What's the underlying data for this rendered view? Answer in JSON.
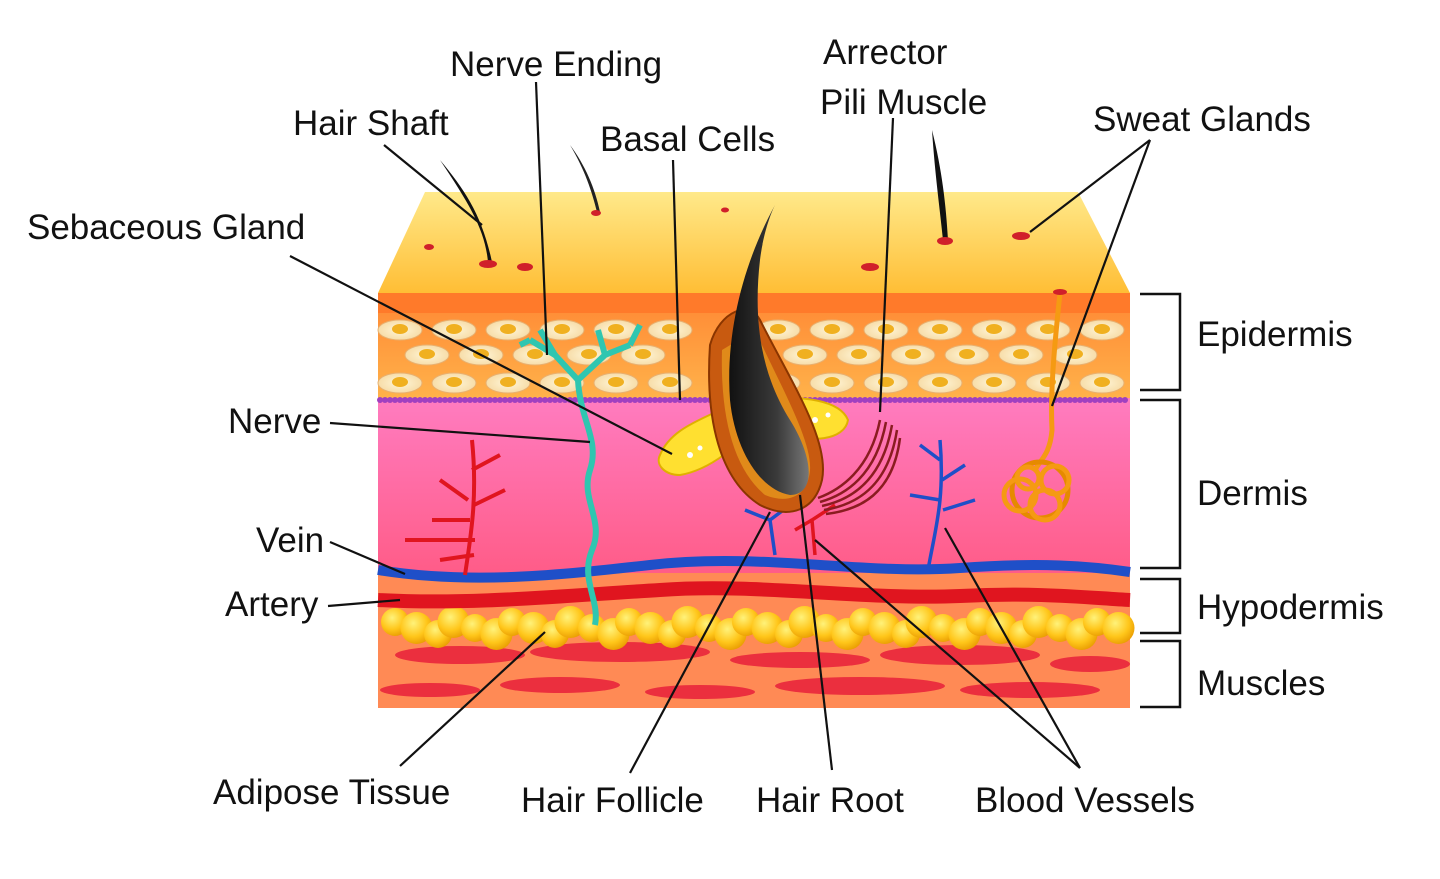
{
  "diagram": {
    "labels": {
      "nerve_ending": "Nerve Ending",
      "arrector_line1": "Arrector",
      "arrector_line2": "Pili Muscle",
      "hair_shaft": "Hair Shaft",
      "basal_cells": "Basal Cells",
      "sweat_glands": "Sweat Glands",
      "sebaceous_gland": "Sebaceous Gland",
      "nerve": "Nerve",
      "vein": "Vein",
      "artery": "Artery",
      "adipose_tissue": "Adipose Tissue",
      "hair_follicle": "Hair Follicle",
      "hair_root": "Hair Root",
      "blood_vessels": "Blood Vessels",
      "epidermis": "Epidermis",
      "dermis": "Dermis",
      "hypodermis": "Hypodermis",
      "muscles": "Muscles"
    },
    "colors": {
      "skin_surface": "#ffc94a",
      "epidermis": "#ffa040",
      "dermis": "#ff6fa5",
      "hypodermis": "#ff8a55",
      "fat": "#ffc21a",
      "muscle": "#e8203a",
      "vein": "#1f4fc8",
      "artery": "#e0151f",
      "nerve": "#2fc6b0",
      "hair": "#1a1a1a",
      "sebaceous": "#ffe030",
      "sweat_gland": "#f59a12",
      "basal_layer": "#a040c0"
    }
  }
}
